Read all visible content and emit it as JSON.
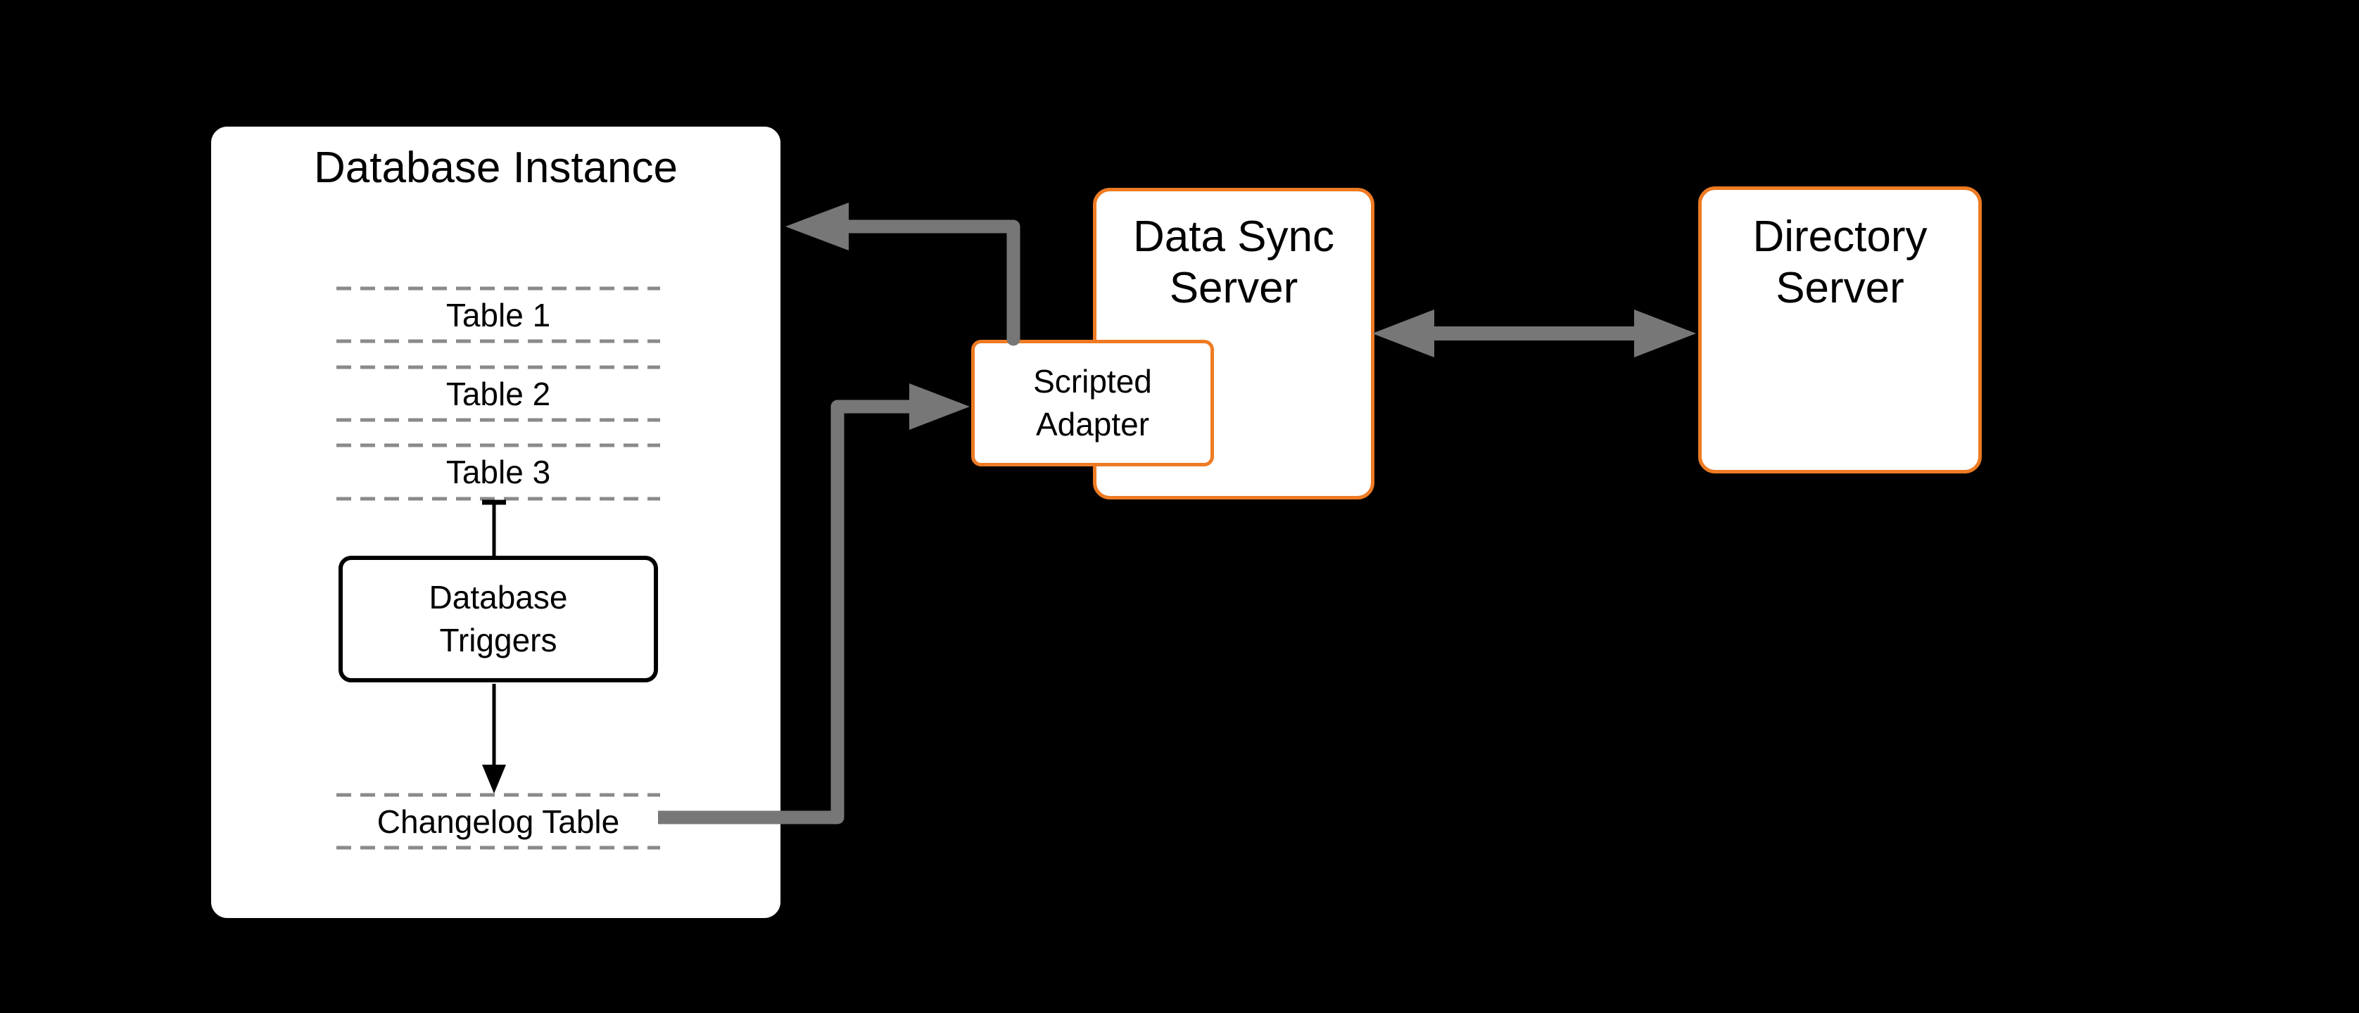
{
  "colors": {
    "bg": "#000000",
    "box_fill": "#ffffff",
    "black": "#000000",
    "orange": "#ee7b23",
    "arrow_gray": "#777777",
    "dash_gray": "#8a8a8a"
  },
  "database_instance": {
    "title": "Database Instance",
    "tables": [
      "Table 1",
      "Table 2",
      "Table 3"
    ],
    "triggers_label": "Database\nTriggers",
    "changelog_label": "Changelog Table"
  },
  "data_sync_server": {
    "title": "Data Sync\nServer"
  },
  "scripted_adapter": {
    "label": "Scripted\nAdapter"
  },
  "directory_server": {
    "title": "Directory\nServer"
  }
}
